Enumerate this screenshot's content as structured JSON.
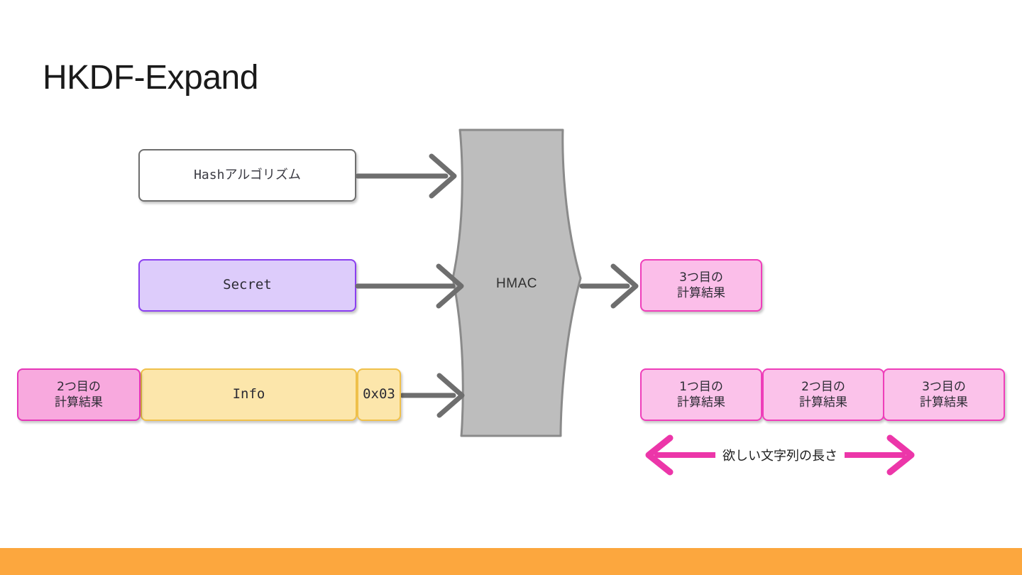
{
  "slide": {
    "title": "HKDF-Expand",
    "background_color": "#ffffff",
    "accent_bar_color": "#fca73e"
  },
  "inputs": [
    {
      "id": "hash",
      "label": "Hashアルゴリズム",
      "fill": "#ffffff",
      "border": "#6e6e6e"
    },
    {
      "id": "secret",
      "label": "Secret",
      "fill": "#ddccfb",
      "border": "#8b3ff0"
    },
    {
      "id": "prev-result",
      "label": "2つ目の\n計算結果",
      "fill": "#f8a9de",
      "border": "#e637b9"
    },
    {
      "id": "info",
      "label": "Info",
      "fill": "#fce6ab",
      "border": "#f0c14b"
    },
    {
      "id": "counter",
      "label": "0x03",
      "fill": "#fce6ab",
      "border": "#f0c14b"
    }
  ],
  "processor": {
    "label": "HMAC",
    "fill": "#bdbdbd",
    "border": "#8a8a8a"
  },
  "outputs": {
    "main": {
      "label": "3つ目の\n計算結果",
      "fill": "#fbbee9",
      "border": "#ef3eba"
    },
    "chips": [
      {
        "label": "1つ目の\n計算結果"
      },
      {
        "label": "2つ目の\n計算結果"
      },
      {
        "label": "3つ目の\n計算結果"
      }
    ]
  },
  "annotation": {
    "length_label": "欲しい文字列の長さ",
    "arrow_color": "#ec36a9"
  },
  "connectors": {
    "color": "#6e6e6e",
    "arrow_hash_name": "hash-to-hmac-arrow",
    "arrow_secret_name": "secret-to-hmac-arrow",
    "arrow_info_name": "info-to-hmac-arrow",
    "arrow_out_name": "hmac-to-output-arrow"
  }
}
